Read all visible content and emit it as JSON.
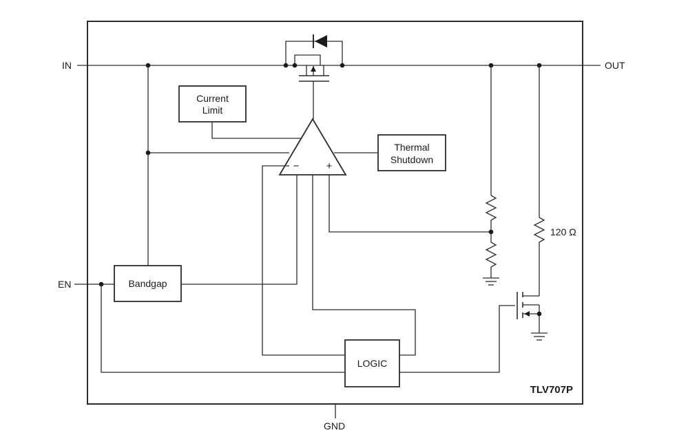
{
  "pins": {
    "in": "IN",
    "out": "OUT",
    "en": "EN",
    "gnd": "GND"
  },
  "blocks": {
    "current_limit_line1": "Current",
    "current_limit_line2": "Limit",
    "thermal_line1": "Thermal",
    "thermal_line2": "Shutdown",
    "bandgap": "Bandgap",
    "logic": "LOGIC"
  },
  "amplifier": {
    "minus": "−",
    "plus": "+"
  },
  "resistor_label": "120 Ω",
  "part_number": "TLV707P"
}
